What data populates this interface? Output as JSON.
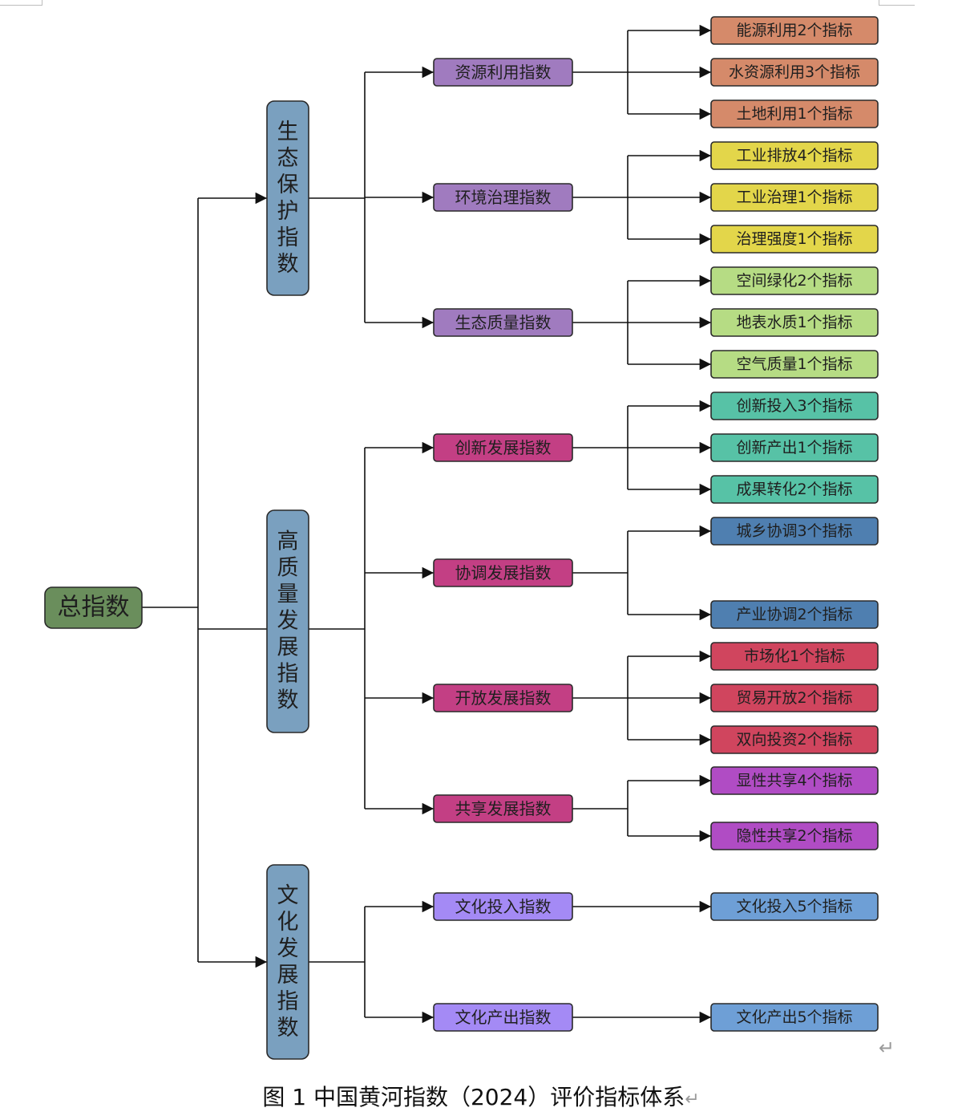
{
  "root": {
    "label": "总指数",
    "color": "#6a8e5c"
  },
  "level1": [
    {
      "label": "生态保护指数",
      "color": "#7aa0bf"
    },
    {
      "label": "高质量发展指数",
      "color": "#7aa0bf"
    },
    {
      "label": "文化发展指数",
      "color": "#7aa0bf"
    }
  ],
  "level2": [
    {
      "label": "资源利用指数",
      "color": "#a07bbf"
    },
    {
      "label": "环境治理指数",
      "color": "#a07bbf"
    },
    {
      "label": "生态质量指数",
      "color": "#a07bbf"
    },
    {
      "label": "创新发展指数",
      "color": "#c33f84"
    },
    {
      "label": "协调发展指数",
      "color": "#c33f84"
    },
    {
      "label": "开放发展指数",
      "color": "#c33f84"
    },
    {
      "label": "共享发展指数",
      "color": "#c33f84"
    },
    {
      "label": "文化投入指数",
      "color": "#a48af5"
    },
    {
      "label": "文化产出指数",
      "color": "#a48af5"
    }
  ],
  "level3": [
    {
      "label": "能源利用2个指标",
      "color": "#d58a6a"
    },
    {
      "label": "水资源利用3个指标",
      "color": "#d58a6a"
    },
    {
      "label": "土地利用1个指标",
      "color": "#d58a6a"
    },
    {
      "label": "工业排放4个指标",
      "color": "#e3d64a"
    },
    {
      "label": "工业治理1个指标",
      "color": "#e3d64a"
    },
    {
      "label": "治理强度1个指标",
      "color": "#e3d64a"
    },
    {
      "label": "空间绿化2个指标",
      "color": "#b6dc84"
    },
    {
      "label": "地表水质1个指标",
      "color": "#b6dc84"
    },
    {
      "label": "空气质量1个指标",
      "color": "#b6dc84"
    },
    {
      "label": "创新投入3个指标",
      "color": "#57c2a6"
    },
    {
      "label": "创新产出1个指标",
      "color": "#57c2a6"
    },
    {
      "label": "成果转化2个指标",
      "color": "#57c2a6"
    },
    {
      "label": "城乡协调3个指标",
      "color": "#4f7fb0"
    },
    {
      "label": "产业协调2个指标",
      "color": "#4f7fb0"
    },
    {
      "label": "市场化1个指标",
      "color": "#d0455e"
    },
    {
      "label": "贸易开放2个指标",
      "color": "#d0455e"
    },
    {
      "label": "双向投资2个指标",
      "color": "#d0455e"
    },
    {
      "label": "显性共享4个指标",
      "color": "#b04cc4"
    },
    {
      "label": "隐性共享2个指标",
      "color": "#b04cc4"
    },
    {
      "label": "文化投入5个指标",
      "color": "#6e9fd6"
    },
    {
      "label": "文化产出5个指标",
      "color": "#6e9fd6"
    }
  ],
  "caption": "图 1  中国黄河指数（2024）评价指标体系",
  "paragraph_mark": "↵"
}
